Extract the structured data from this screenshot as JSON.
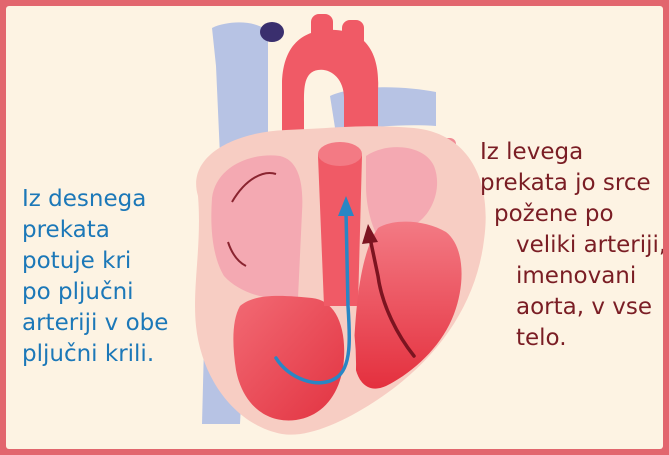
{
  "captions": {
    "left": {
      "lines": [
        "Iz desnega",
        "prekata",
        "potuje kri",
        "po pljučni",
        "arteriji v obe",
        "pljučni krili."
      ]
    },
    "right": {
      "lines": [
        "Iz levega",
        "prekata jo srce",
        "požene po",
        "veliki arteriji,",
        "imenovani",
        "aorta, v vse",
        "telo."
      ]
    }
  },
  "colors": {
    "frame": "#e2666e",
    "background": "#fdf3e3",
    "left_text": "#1c78b8",
    "right_text": "#7a1d24",
    "vein_blue": "#b7c3e4",
    "aorta_red": "#f05a66",
    "heart_outer": "#f7cdc3",
    "ventricle_red": "#ec3c4a",
    "blood_flow_arrow_left": "#2a86c4",
    "blood_flow_arrow_right": "#7c1420"
  }
}
